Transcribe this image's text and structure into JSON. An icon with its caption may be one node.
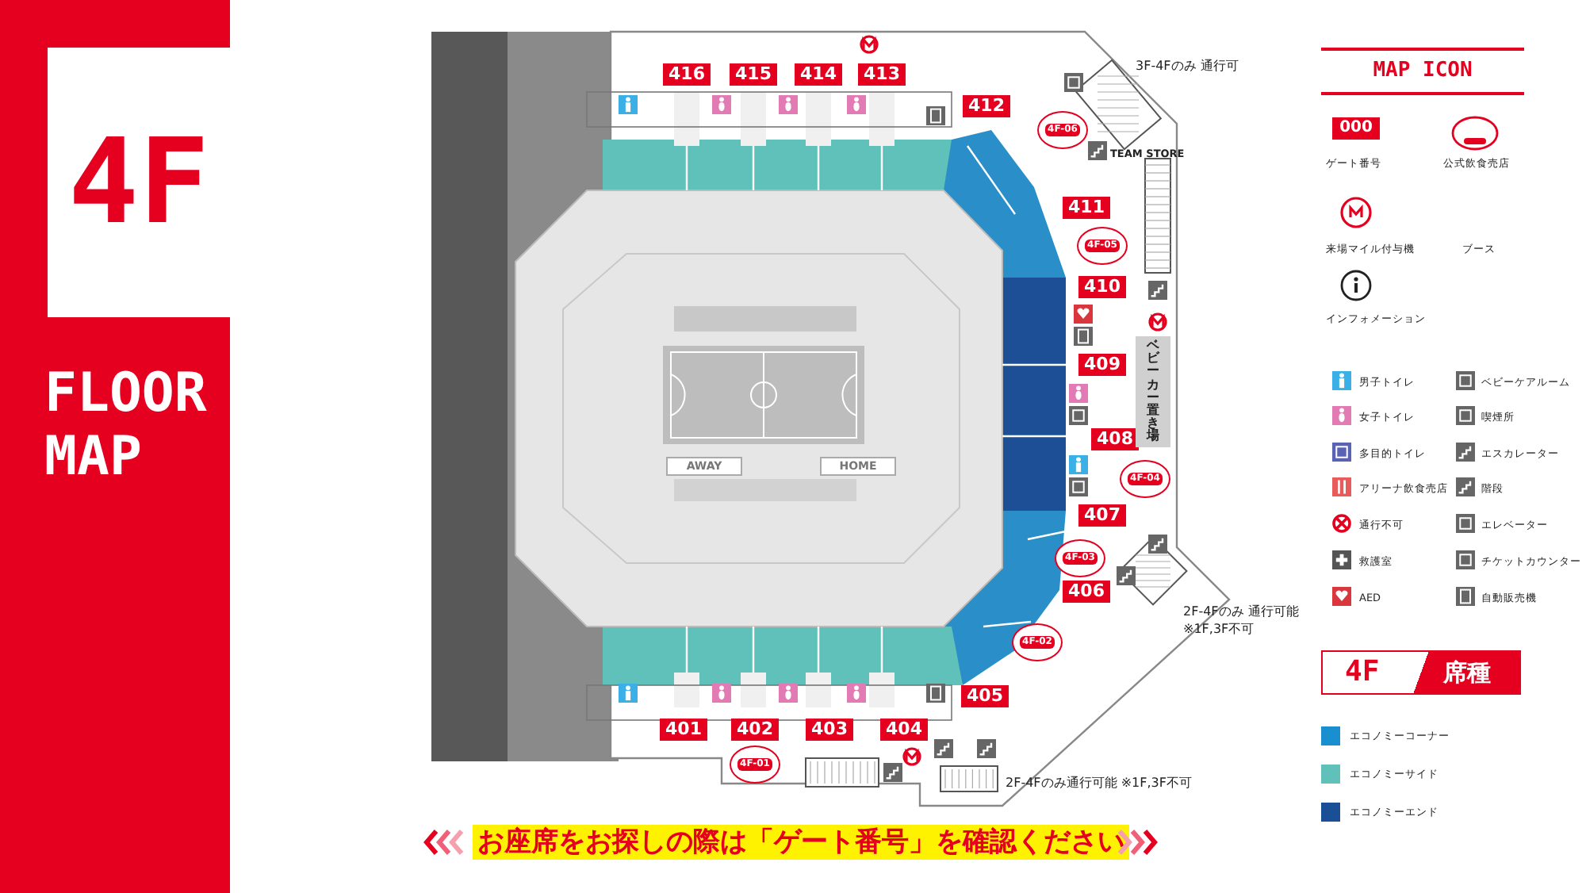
{
  "diagram": {
    "title": "FLOOR MAP",
    "nodes": [
      {
        "text": [
          "416"
        ]
      },
      {
        "text": [
          "415"
        ]
      },
      {
        "text": [
          "414"
        ]
      },
      {
        "text": [
          "413"
        ]
      },
      {
        "text": [
          "412"
        ]
      },
      {
        "text": [
          "411"
        ]
      },
      {
        "text": [
          "410"
        ]
      },
      {
        "text": [
          "409"
        ]
      },
      {
        "text": [
          "408"
        ]
      },
      {
        "text": [
          "407"
        ]
      },
      {
        "text": [
          "406"
        ]
      },
      {
        "text": [
          "405"
        ]
      },
      {
        "text": [
          "404"
        ]
      },
      {
        "text": [
          "403"
        ]
      },
      {
        "text": [
          "402"
        ]
      },
      {
        "text": [
          "401"
        ]
      },
      {
        "text": [
          "4F-06"
        ]
      },
      {
        "text": [
          "4F-05"
        ]
      },
      {
        "text": [
          "4F-04"
        ]
      },
      {
        "text": [
          "4F-03"
        ]
      },
      {
        "text": [
          "4F-02"
        ]
      },
      {
        "text": [
          "4F-01"
        ]
      },
      {
        "text": [
          "ベビーカー置き場"
        ]
      },
      {
        "text": [
          "AWAY"
        ]
      },
      {
        "text": [
          "HOME"
        ]
      }
    ],
    "labels": [
      "4F",
      "3F-4Fのみ 通行可",
      "TEAM STORE",
      "2F-4Fのみ 通行可能 ※1F,3F不可",
      "2F-4Fのみ通行可能 ※1F,3F不可",
      "お座席をお探しの際は「ゲート番号」を確認ください",
      "MAP ICON",
      "000",
      "4F",
      "席種"
    ],
    "legend": [
      {
        "text": "ゲート番号"
      },
      {
        "text": "公式飲食売店"
      },
      {
        "text": "来場マイル付与機"
      },
      {
        "text": "ブース"
      },
      {
        "text": "インフォメーション"
      },
      {
        "text": "男子トイレ"
      },
      {
        "text": "女子トイレ"
      },
      {
        "text": "多目的トイレ"
      },
      {
        "text": "アリーナ飲食売店"
      },
      {
        "text": "通行不可"
      },
      {
        "text": "救護室"
      },
      {
        "text": "AED"
      },
      {
        "text": "ベビーケアルーム"
      },
      {
        "text": "喫煙所"
      },
      {
        "text": "エスカレーター"
      },
      {
        "text": "階段"
      },
      {
        "text": "エレベーター"
      },
      {
        "text": "チケットカウンター"
      },
      {
        "text": "自動販売機"
      },
      {
        "text": "エコノミーコーナー",
        "color": "#1a8fd0"
      },
      {
        "text": "エコノミーサイド",
        "color": "#5fc1b9"
      },
      {
        "text": "エコノミーエンド",
        "color": "#1a4f96"
      }
    ]
  }
}
